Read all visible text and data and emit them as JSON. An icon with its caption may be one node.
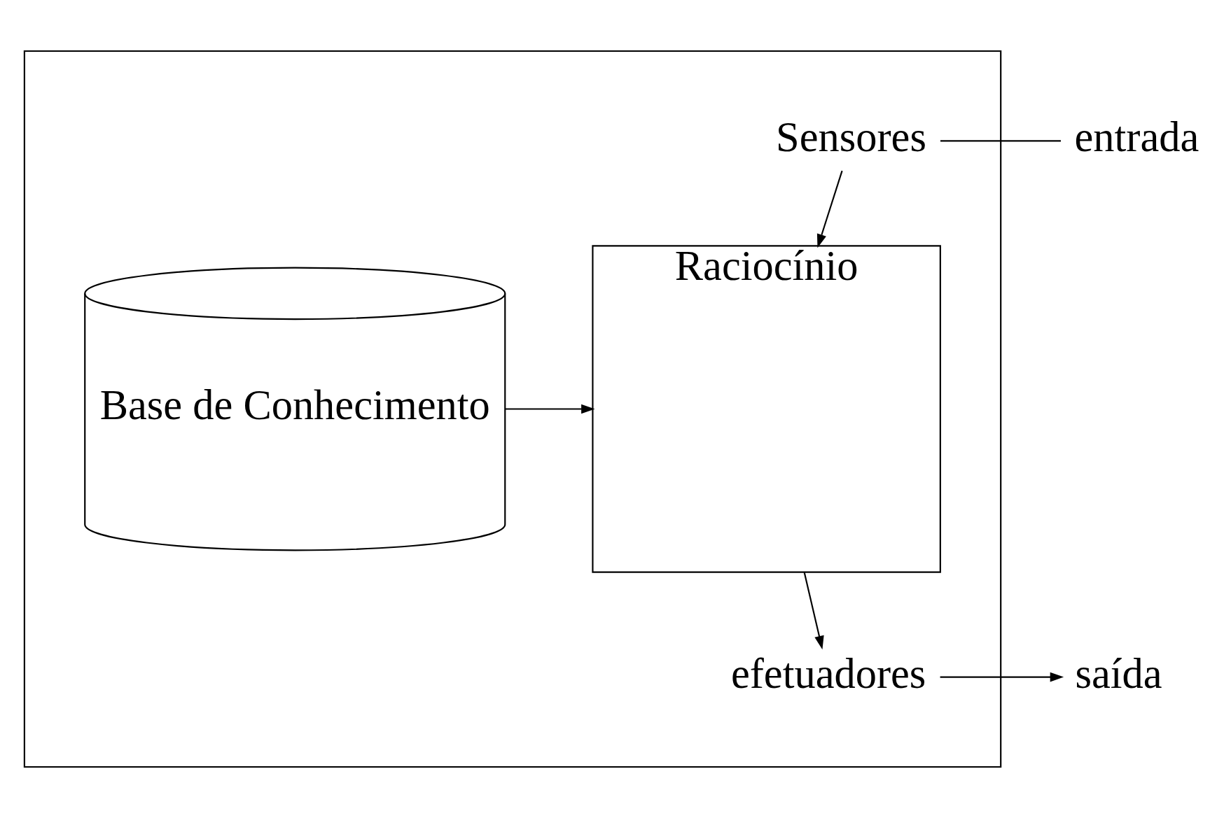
{
  "diagram": {
    "nodes": [
      {
        "text": [],
        "shape": "box"
      },
      {
        "text": [
          "Sensores"
        ],
        "in": 0
      },
      {
        "text": [
          "entrada"
        ]
      },
      {
        "text": [
          "Base de Conhecimento"
        ],
        "in": 0
      },
      {
        "text": [
          "Raciocínio"
        ],
        "in": 0
      },
      {
        "text": [
          "efetuadores"
        ],
        "in": 0
      },
      {
        "text": [
          "saída"
        ]
      }
    ],
    "edges": [
      {
        "from": 1,
        "to": 2,
        "arrow": "none"
      },
      {
        "from": 1,
        "to": 4,
        "arrow": "to"
      },
      {
        "from": 3,
        "to": 4,
        "arrow": "to"
      },
      {
        "from": 4,
        "to": 5,
        "arrow": "to"
      },
      {
        "from": 5,
        "to": 6,
        "arrow": "to"
      }
    ]
  }
}
